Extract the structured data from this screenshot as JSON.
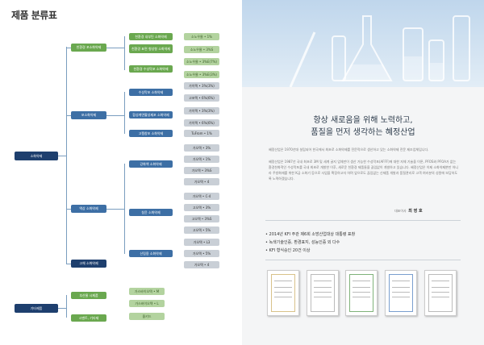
{
  "left": {
    "title": "제품 분류표",
    "root": "소화약제",
    "level1": [
      {
        "label": "친환경 포소화약제",
        "children": [
          {
            "label": "친환경 내부틴 소화약제",
            "items": [
              "소노우물 • 1%"
            ]
          },
          {
            "label": "친환경 표면 형성형 소화약제",
            "items": [
              "소노우물 • 3%S"
            ]
          },
          {
            "label": "친환경 수성막포 소화약제",
            "items": [
              "소노우물 • 3%E(7%)",
              "소노우물 • 3%E(3%)"
            ]
          }
        ]
      },
      {
        "label": "포소화약제",
        "children": [
          {
            "label": "수성막포 소화약제",
            "items": [
              "가이텍 • 3%(3%)",
              "고포텍 • 6%(6%)"
            ]
          },
          {
            "label": "합성계면활성제포 소화약제",
            "items": [
              "가이텍 • 3%(3%)",
              "가이텍 • 6%(6%)"
            ]
          },
          {
            "label": "고팽창포 소화약제",
            "items": [
              "TuFrom • 1%"
            ]
          }
        ]
      },
      {
        "label": "액상 소화약제",
        "children": [
          {
            "label": "강화액 소화약제",
            "items": [
              "가오텍 • 3%",
              "가오텍 • 1%",
              "가오텍 • 3%S",
              "가오텍 • 4"
            ]
          },
          {
            "label": "침윤 소화약제",
            "items": [
              "가오텍 • C-4",
              "고오텍 • 3%",
              "고오텍 • 3%S",
              "고오텍 • 5%"
            ]
          },
          {
            "label": "산림용 소화약제",
            "items": [
              "가오텍 • L3",
              "가오텍 • 5%",
              "가오텍 • 4"
            ]
          }
        ]
      },
      {
        "label": "고체 소화약제",
        "children": []
      }
    ],
    "other_root": "기타제품",
    "other": [
      {
        "label": "부산물 시제품",
        "items": [
          "가스바이오텍 • M"
        ]
      },
      {
        "label": "",
        "items": [
          "가스바이오텍 • L"
        ]
      },
      {
        "label": "시멘트, 기타제",
        "items": [
          "올키드"
        ]
      }
    ]
  },
  "right": {
    "heading_line1": "항상 새로움을 위해 노력하고,",
    "heading_line2": "품질을 먼저 생각하는 혜정산업",
    "paragraph1": "혜정산업은 1970년대 설립되어 한국에서 최초로 소화약제를 전문적으로 생산하고 있는 소화약제 전문 제조업체입니다.",
    "paragraph2": "혜정산업은 1987년 국내 최초로 3M 및 세계 굴지 업체만이 생산 가능한 수성막포(AFFF)에 대한 자체 기술을 이룬, PFOS와 PFOA가 없는 환경친화적인 수성막포를 국내 최초로 개발한 이후, 새로운 친환경 제품들을 끊임없이 개발하고 있습니다. 혜정산업은 이제 소화약제뿐만 아니라 주방화재를 위한 K급 소화기 등으로 사업을 확장하고자 하며 앞으로도 끊임없는 신제품 개발과 품질관리로 고객 여러분의 성원에 보답하도록 노력하겠습니다.",
    "signature_title": "대표이사",
    "signature_name": "최 영 호",
    "bullets": [
      "• 2014년 KFI 주관 제6회 소방산업대상 대통령 표창",
      "• 녹색기술인증, 환경표지, 성능인증 외 다수",
      "• KFI 형식승인 20건 이상"
    ]
  }
}
